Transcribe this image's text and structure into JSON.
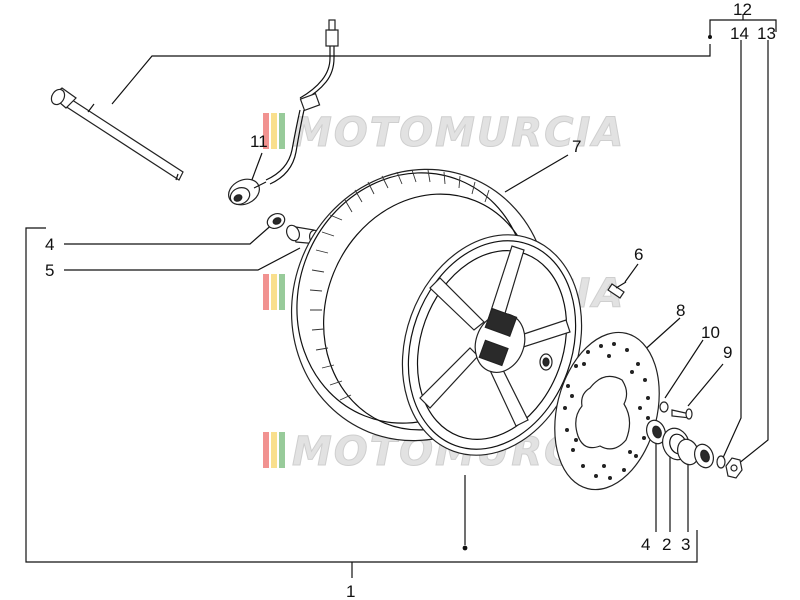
{
  "watermark": {
    "text": "MOTOMURCIA",
    "stripe_colors": [
      "#e53935",
      "#f4c430",
      "#43a047"
    ]
  },
  "callouts": {
    "c1": "1",
    "c2": "2",
    "c3": "3",
    "c4a": "4",
    "c4b": "4",
    "c5": "5",
    "c6": "6",
    "c7": "7",
    "c8": "8",
    "c9": "9",
    "c10": "10",
    "c11": "11",
    "c12": "12",
    "c13": "13",
    "c14": "14"
  }
}
